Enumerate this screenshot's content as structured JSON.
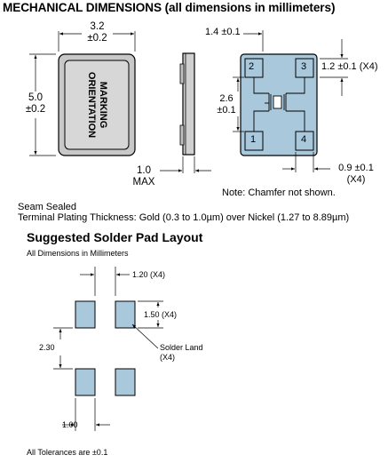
{
  "header": {
    "title": "MECHANICAL DIMENSIONS (all dimensions in millimeters)"
  },
  "package_top": {
    "width_value": "3.2",
    "width_tol": "±0.2",
    "height_value": "5.0",
    "height_tol": "±0.2",
    "marking_line1": "MARKING",
    "marking_line2": "ORIENTATION"
  },
  "package_side": {
    "thickness_value": "1.0",
    "thickness_label": "MAX"
  },
  "package_bottom": {
    "pad_pitch_h": "1.4 ±0.1",
    "pad_height": "1.2 ±0.1 (X4)",
    "pad_pitch_v_value": "2.6",
    "pad_pitch_v_tol": "±0.1",
    "pad_width_value": "0.9 ±0.1",
    "pad_width_count": "(X4)",
    "pin1": "1",
    "pin2": "2",
    "pin3": "3",
    "pin4": "4",
    "chamfer_note": "Note: Chamfer not shown."
  },
  "notes": {
    "seam": "Seam Sealed",
    "plating": "Terminal Plating Thickness: Gold (0.3 to 1.0µm) over Nickel (1.27 to 8.89µm)"
  },
  "solder_layout": {
    "title": "Suggested Solder Pad Layout",
    "subtitle": "All Dimensions in Millimeters",
    "pad_spacing_h": "1.20 (X4)",
    "pad_size_v": "1.50 (X4)",
    "pad_spacing_v": "2.30",
    "land_label_1": "Solder Land",
    "land_label_2": "(X4)",
    "pad_width": "1.00",
    "tolerance_note": "All Tolerances are ±0.1"
  },
  "colors": {
    "pad_fill": "#a9c8dc",
    "body_fill": "#c8c8c8",
    "outline": "#000000"
  }
}
